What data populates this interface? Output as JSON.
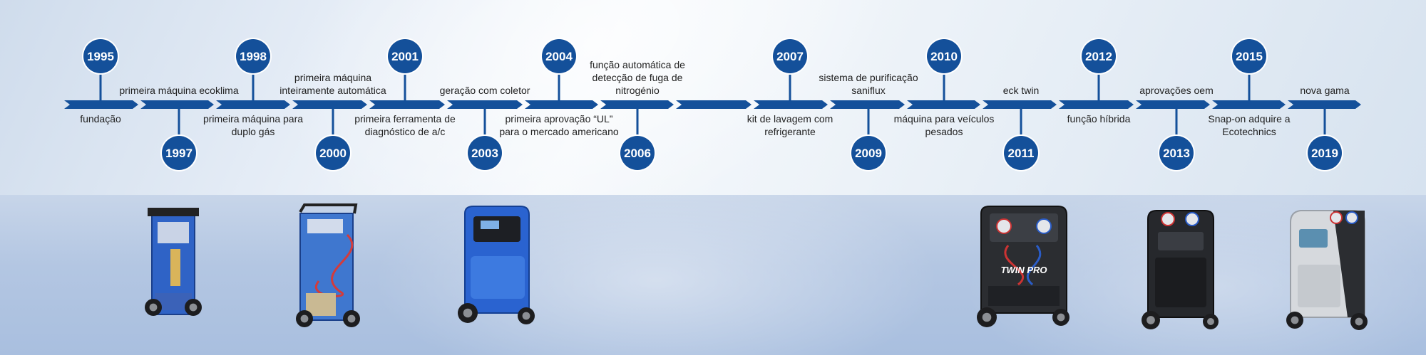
{
  "colors": {
    "timeline_blue": "#14509a",
    "node_white": "#ffffff",
    "label_text": "#222222",
    "machine_blue": "#2f63c6",
    "machine_dark": "#2b2d31",
    "machine_silver": "#d6d9dd"
  },
  "milestones": [
    {
      "year": "1995",
      "text": "fundação",
      "circle": "above"
    },
    {
      "year": "1997",
      "text": "primeira máquina ecoklima",
      "circle": "below"
    },
    {
      "year": "1998",
      "text": "primeira máquina para duplo gás",
      "circle": "above"
    },
    {
      "year": "2000",
      "text": "primeira máquina inteiramente automática",
      "circle": "below"
    },
    {
      "year": "2001",
      "text": "primeira ferramenta de diagnóstico de a/c",
      "circle": "above"
    },
    {
      "year": "2003",
      "text": "geração com coletor",
      "circle": "below"
    },
    {
      "year": "2004",
      "text": "primeira aprovação “UL” para o mercado americano",
      "circle": "above"
    },
    {
      "year": "2006",
      "text": "função automática de detecção de fuga de nitrogénio",
      "circle": "below"
    },
    {
      "year": "2007",
      "text": "kit de lavagem com refrigerante",
      "circle": "above"
    },
    {
      "year": "2009",
      "text": "sistema de purificação saniflux",
      "circle": "below"
    },
    {
      "year": "2010",
      "text": "máquina para veículos pesados",
      "circle": "above"
    },
    {
      "year": "2011",
      "text": "eck twin",
      "circle": "below"
    },
    {
      "year": "2012",
      "text": "função híbrida",
      "circle": "above"
    },
    {
      "year": "2013",
      "text": "aprovações oem",
      "circle": "below"
    },
    {
      "year": "2015",
      "text": "Snap-on adquire a Ecotechnics",
      "circle": "above"
    },
    {
      "year": "2019",
      "text": "nova gama",
      "circle": "below"
    }
  ],
  "products": [
    {
      "style": "blue-classic"
    },
    {
      "style": "blue-hose"
    },
    {
      "style": "blue-modern"
    },
    {
      "style": "dark-twin",
      "badge": "TWIN PRO"
    },
    {
      "style": "dark-compact"
    },
    {
      "style": "silver-new"
    }
  ]
}
